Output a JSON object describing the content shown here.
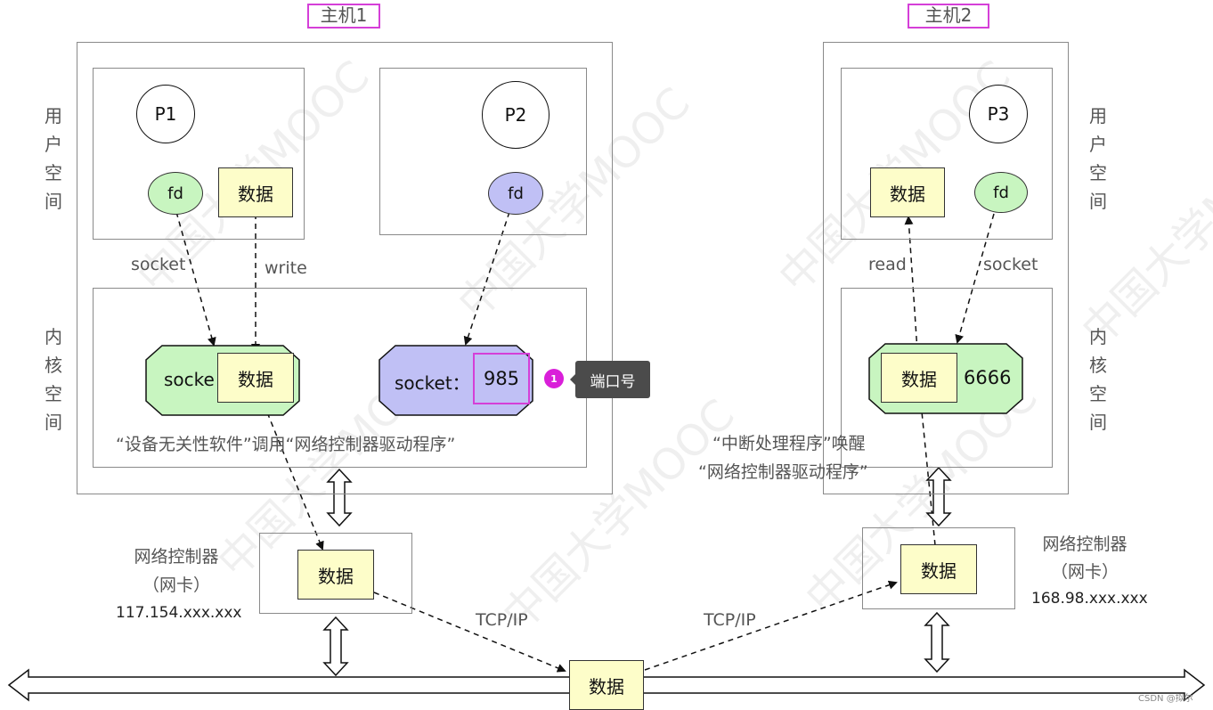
{
  "hosts": {
    "host1_title": "主机1",
    "host2_title": "主机2"
  },
  "space_labels": {
    "user_space": [
      "用",
      "户",
      "空",
      "间"
    ],
    "kernel_space": [
      "内",
      "核",
      "空",
      "间"
    ]
  },
  "host1": {
    "p1": "P1",
    "p2": "P2",
    "fd1": "fd",
    "fd2": "fd",
    "data_user": "数据",
    "edge_socket": "socket",
    "edge_write": "write",
    "socket1_label": "socke",
    "socket1_data": "数据",
    "socket2_label": "socket：",
    "socket2_port": "985",
    "kernel_note": "“设备无关性软件”调用“网络控制器驱动程序”",
    "nic_title": "网络控制器",
    "nic_subtitle": "（网卡）",
    "nic_ip": "117.154.xxx.xxx",
    "nic_data": "数据"
  },
  "host2": {
    "p3": "P3",
    "fd": "fd",
    "data_user": "数据",
    "edge_read": "read",
    "edge_socket": "socket",
    "socket_data": "数据",
    "socket_port": "6666",
    "interrupt_note_line1": "“中断处理程序”唤醒",
    "interrupt_note_line2": "“网络控制器驱动程序”",
    "nic_title": "网络控制器",
    "nic_subtitle": "（网卡）",
    "nic_ip": "168.98.xxx.xxx",
    "nic_data": "数据"
  },
  "network": {
    "tcp_left": "TCP/IP",
    "tcp_right": "TCP/IP",
    "bus_data": "数据"
  },
  "annotation": {
    "badge_number": "1",
    "tooltip_text": "端口号"
  },
  "watermark": {
    "text": "中国大学MOOC",
    "credit": "CSDN @拟尔"
  },
  "colors": {
    "green_fill": "#c8f5c0",
    "blue_fill": "#c0c0f5",
    "data_fill": "#fdfdc9",
    "highlight": "#d53fd8",
    "tooltip_bg": "#4b4b4b"
  }
}
